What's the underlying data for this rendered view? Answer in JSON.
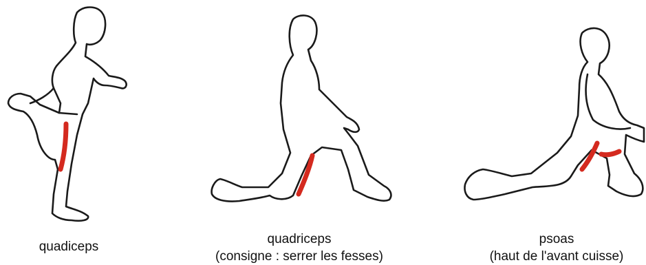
{
  "figures": [
    {
      "caption_line1": "quadiceps",
      "caption_line2": ""
    },
    {
      "caption_line1": "quadriceps",
      "caption_line2": "(consigne : serrer les fesses)"
    },
    {
      "caption_line1": "psoas",
      "caption_line2": "(haut de l'avant cuisse)"
    }
  ],
  "colors": {
    "outline": "#1a1a1a",
    "muscle": "#d42a1f"
  }
}
